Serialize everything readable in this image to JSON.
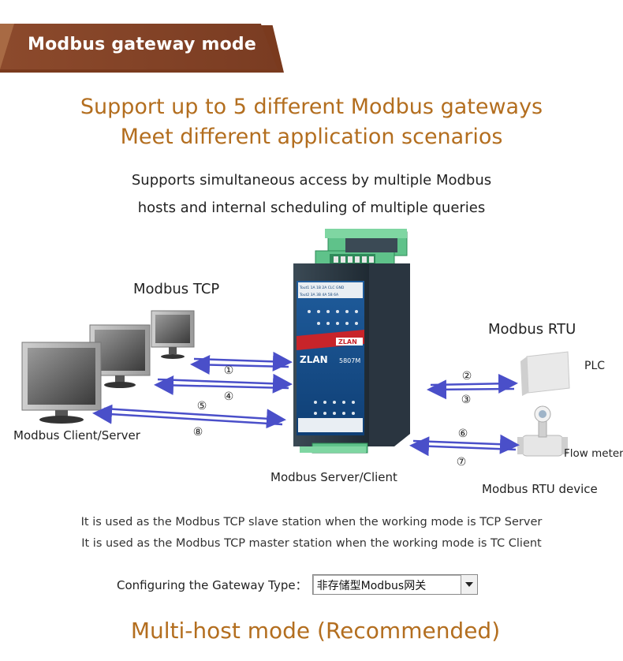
{
  "banner": {
    "title": "Modbus gateway mode"
  },
  "headline": {
    "line1": "Support up to 5 different Modbus gateways",
    "line2": "Meet different application scenarios"
  },
  "subtitle": {
    "line1": "Supports simultaneous access by multiple Modbus",
    "line2": "hosts and internal scheduling of multiple queries"
  },
  "diagram": {
    "modbus_tcp_label": "Modbus TCP",
    "modbus_rtu_label": "Modbus RTU",
    "client_server_label": "Modbus Client/Server",
    "server_client_label": "Modbus Server/Client",
    "rtu_device_label": "Modbus RTU device",
    "plc_label": "PLC",
    "flow_meter_label": "Flow meter",
    "device_brand": "ZLAN",
    "device_model": "5807M",
    "markers": [
      "①",
      "④",
      "⑤",
      "⑧",
      "②",
      "③",
      "⑥",
      "⑦"
    ],
    "arrow_color": "#4a4fc9"
  },
  "notes": {
    "line1": "It is used as the Modbus TCP slave station when the working mode is TCP Server",
    "line2": "It is used as the Modbus TCP master station when the working mode is TC Client"
  },
  "config": {
    "label": "Configuring the Gateway Type：",
    "selected": "非存储型Modbus网关"
  },
  "footer": {
    "title": "Multi-host mode (Recommended)"
  }
}
